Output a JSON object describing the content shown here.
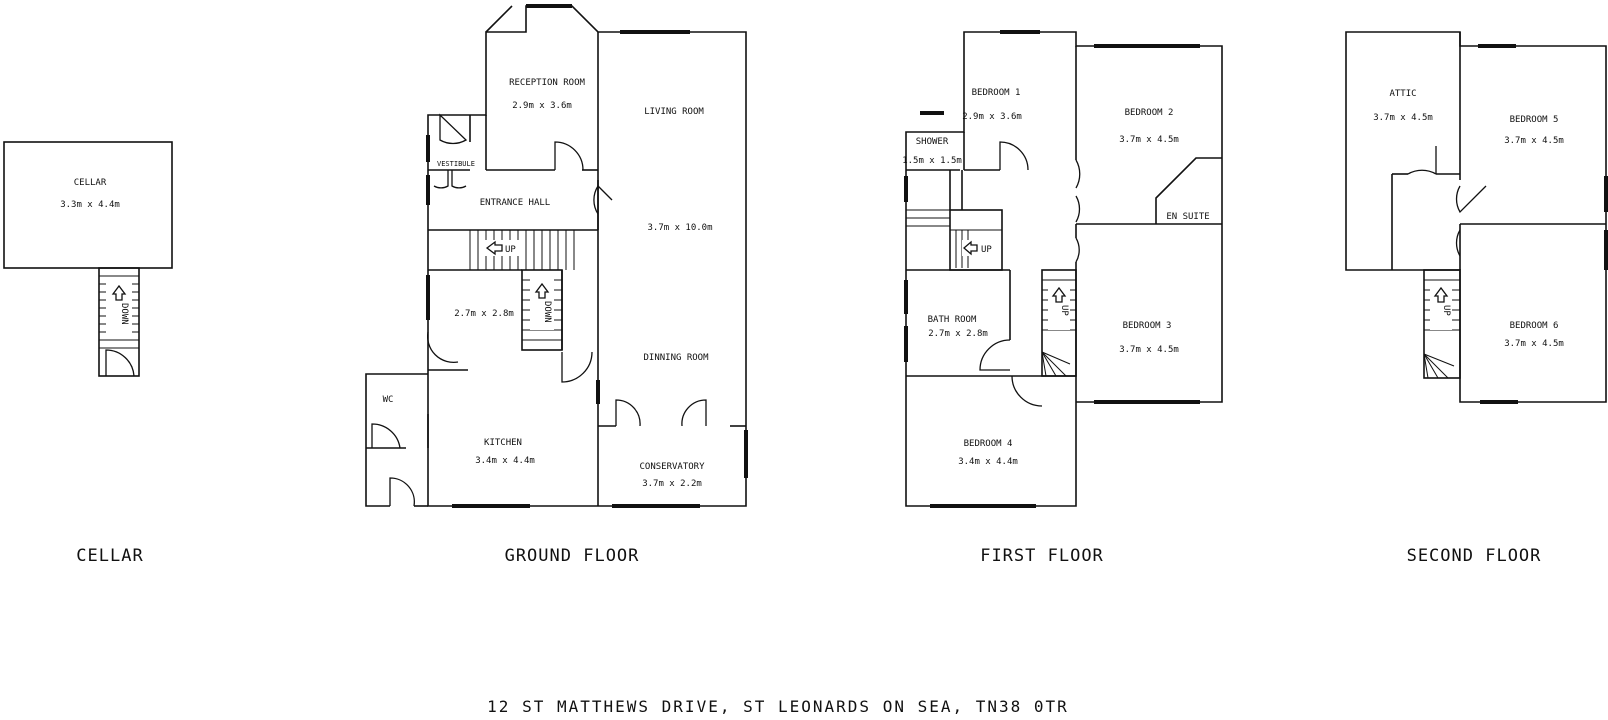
{
  "floors": {
    "cellar": "CELLAR",
    "ground": "GROUND FLOOR",
    "first": "FIRST FLOOR",
    "second": "SECOND FLOOR"
  },
  "address": "12 ST MATTHEWS DRIVE, ST LEONARDS ON SEA, TN38 0TR",
  "rooms": {
    "cellar": {
      "name": "CELLAR",
      "dim": "3.3m x 4.4m"
    },
    "reception": {
      "name": "RECEPTION ROOM",
      "dim": "2.9m x 3.6m"
    },
    "living": {
      "name": "LIVING ROOM",
      "dim": "3.7m x 10.0m"
    },
    "vestibule": {
      "name": "VESTIBULE"
    },
    "entrance_hall": {
      "name": "ENTRANCE HALL"
    },
    "ground_unnamed": {
      "dim": "2.7m x 2.8m"
    },
    "dinning": {
      "name": "DINNING ROOM"
    },
    "wc": {
      "name": "WC"
    },
    "kitchen": {
      "name": "KITCHEN",
      "dim": "3.4m x 4.4m"
    },
    "conservatory": {
      "name": "CONSERVATORY",
      "dim": "3.7m x 2.2m"
    },
    "bedroom1": {
      "name": "BEDROOM 1",
      "dim": "2.9m x 3.6m"
    },
    "bedroom2": {
      "name": "BEDROOM 2",
      "dim": "3.7m x 4.5m"
    },
    "shower": {
      "name": "SHOWER",
      "dim": "1.5m x 1.5m"
    },
    "en_suite": {
      "name": "EN SUITE"
    },
    "bathroom": {
      "name": "BATH ROOM",
      "dim": "2.7m x 2.8m"
    },
    "bedroom3": {
      "name": "BEDROOM 3",
      "dim": "3.7m x 4.5m"
    },
    "bedroom4": {
      "name": "BEDROOM 4",
      "dim": "3.4m x 4.4m"
    },
    "attic": {
      "name": "ATTIC",
      "dim": "3.7m x 4.5m"
    },
    "bedroom5": {
      "name": "BEDROOM 5",
      "dim": "3.7m x 4.5m"
    },
    "bedroom6": {
      "name": "BEDROOM 6",
      "dim": "3.7m x 4.5m"
    }
  },
  "stairs": {
    "up": "UP",
    "down": "DOWN"
  },
  "colors": {
    "line": "#111111",
    "background": "#ffffff"
  }
}
